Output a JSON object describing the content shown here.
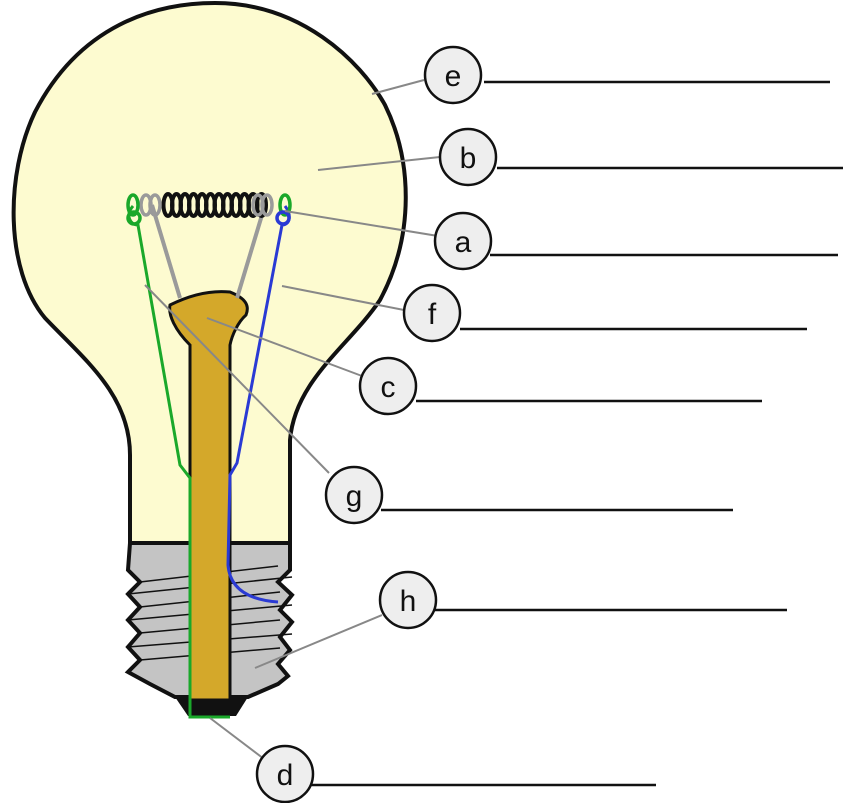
{
  "colors": {
    "glass": "#fdfbd0",
    "outline": "#111111",
    "stem": "#d4a82a",
    "thread": "#c4c4c4",
    "contact": "#111111",
    "filament": "#111111",
    "support_wire": "#9a9a9a",
    "lead_green": "#1aa82a",
    "lead_blue": "#2a3ad4",
    "leader_line": "#888888",
    "answer_line": "#111111",
    "label_circle": "#eeeeee"
  },
  "labels": [
    {
      "id": "e",
      "text": "e"
    },
    {
      "id": "b",
      "text": "b"
    },
    {
      "id": "a",
      "text": "a"
    },
    {
      "id": "f",
      "text": "f"
    },
    {
      "id": "c",
      "text": "c"
    },
    {
      "id": "g",
      "text": "g"
    },
    {
      "id": "h",
      "text": "h"
    },
    {
      "id": "d",
      "text": "d"
    }
  ]
}
